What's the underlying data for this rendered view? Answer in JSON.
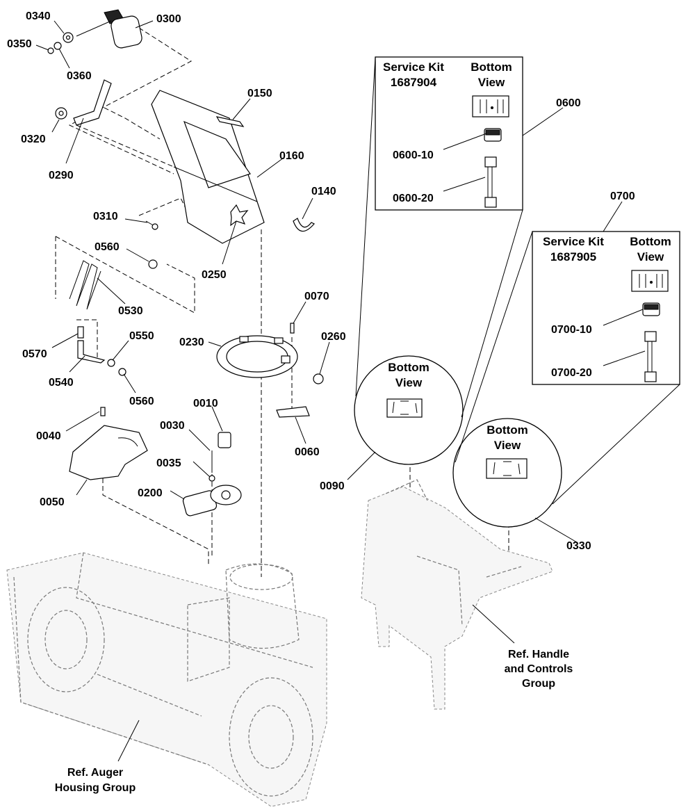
{
  "labels": {
    "l0340": "0340",
    "l0300": "0300",
    "l0350": "0350",
    "l0360": "0360",
    "l0320": "0320",
    "l0290": "0290",
    "l0150": "0150",
    "l0160": "0160",
    "l0310": "0310",
    "l0560a": "0560",
    "l0530": "0530",
    "l0250": "0250",
    "l0140": "0140",
    "l0070": "0070",
    "l0230": "0230",
    "l0260": "0260",
    "l0570": "0570",
    "l0550": "0550",
    "l0540": "0540",
    "l0560b": "0560",
    "l0060": "0060",
    "l0010": "0010",
    "l0040": "0040",
    "l0030": "0030",
    "l0035": "0035",
    "l0050": "0050",
    "l0200": "0200",
    "l0090": "0090",
    "l0330": "0330",
    "l0600": "0600",
    "l0600_10": "0600-10",
    "l0600_20": "0600-20",
    "l0700": "0700",
    "l0700_10": "0700-10",
    "l0700_20": "0700-20"
  },
  "kit1": {
    "line1": "Service Kit",
    "line2": "1687904",
    "view1": "Bottom",
    "view2": "View"
  },
  "kit2": {
    "line1": "Service Kit",
    "line2": "1687905",
    "view1": "Bottom",
    "view2": "View"
  },
  "detail_circle_1": {
    "line1": "Bottom",
    "line2": "View"
  },
  "detail_circle_2": {
    "line1": "Bottom",
    "line2": "View"
  },
  "references": {
    "auger_line1": "Ref. Auger",
    "auger_line2": "Housing Group",
    "handle_line1": "Ref. Handle",
    "handle_line2": "and Controls",
    "handle_line3": "Group"
  }
}
